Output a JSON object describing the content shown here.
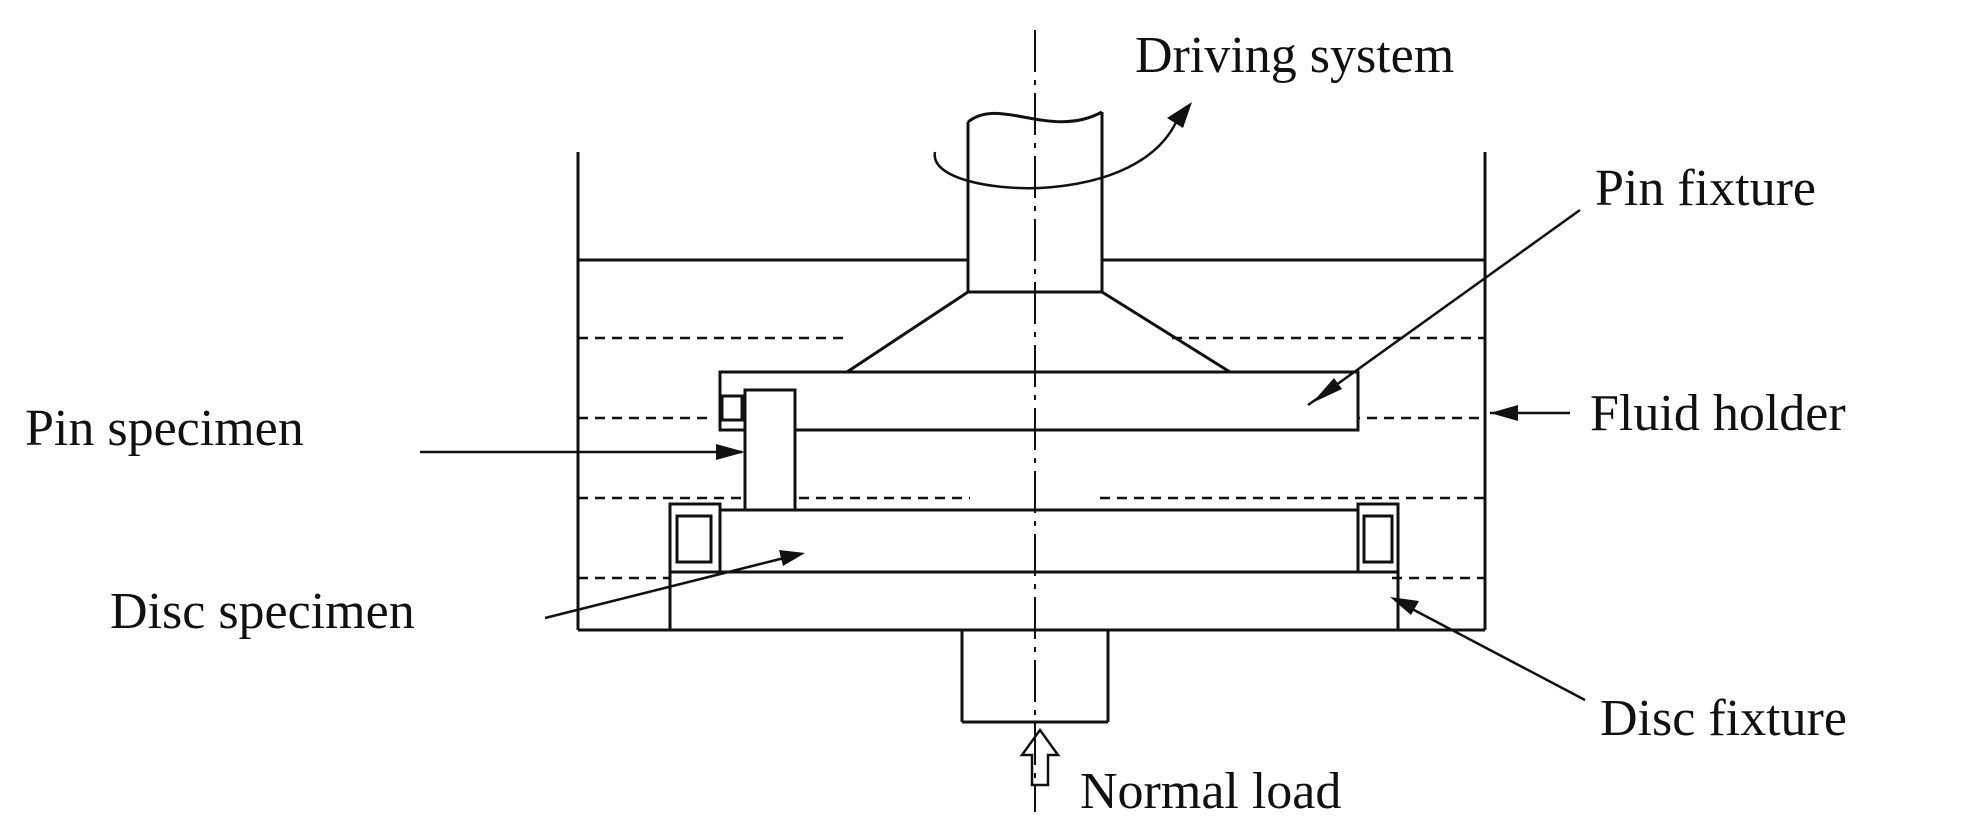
{
  "labels": {
    "driving_system": "Driving system",
    "pin_fixture": "Pin fixture",
    "fluid_holder": "Fluid holder",
    "pin_specimen": "Pin specimen",
    "disc_specimen": "Disc specimen",
    "disc_fixture": "Disc fixture",
    "normal_load": "Normal load"
  },
  "colors": {
    "line": "#111111",
    "background": "#ffffff"
  }
}
